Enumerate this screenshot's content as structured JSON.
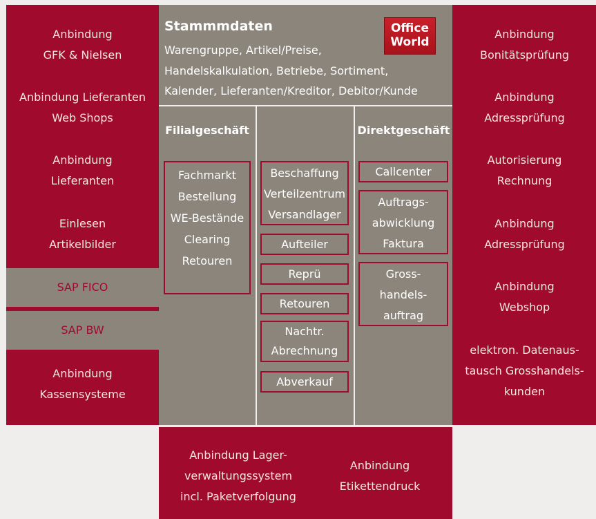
{
  "left_col": {
    "items": [
      "Anbindung\nGFK & Nielsen",
      "Anbindung Lieferanten\nWeb Shops",
      "Anbindung\nLieferanten",
      "Einlesen\nArtikelbilder"
    ],
    "sap_fico": "SAP FICO",
    "sap_bw": "SAP BW",
    "bottom": "Anbindung\nKassensysteme"
  },
  "center": {
    "title": "Stammmdaten",
    "lines": [
      "Warengruppe, Artikel/Preise,",
      "Handelskalkulation, Betriebe, Sortiment,",
      "Kalender, Lieferanten/Kreditor, Debitor/Kunde"
    ],
    "logo": [
      "Office",
      "World"
    ],
    "filial": {
      "header": "Filialgeschäft",
      "box": "Fachmarkt\nBestellung\nWE-Bestände\nClearing\nRetouren"
    },
    "middle": {
      "boxes": [
        "Beschaffung\nVerteilzentrum\nVersandlager",
        "Aufteiler",
        "Reprü",
        "Retouren",
        "Nachtr.\nAbrechnung",
        "Abverkauf"
      ]
    },
    "direkt": {
      "header": "Direktgeschäft",
      "boxes": [
        "Callcenter",
        "Auftrags-\nabwicklung\nFaktura",
        "Gross-\nhandels-\nauftrag"
      ]
    }
  },
  "right_col": {
    "items": [
      "Anbindung\nBonitätsprüfung",
      "Anbindung\nAdressprüfung",
      "Autorisierung\nRechnung",
      "Anbindung\nAdressprüfung",
      "Anbindung\nWebshop",
      "elektron. Datenaus-\ntausch Grosshandels-\nkunden"
    ]
  },
  "bottom": {
    "left": "Anbindung Lager-\nverwaltungssystem\nincl. Paketverfolgung",
    "right": "Anbindung\nEtikettendruck"
  },
  "colors": {
    "red": "#9f0a2d",
    "gray": "#8b857c",
    "background": "#efeeec"
  }
}
